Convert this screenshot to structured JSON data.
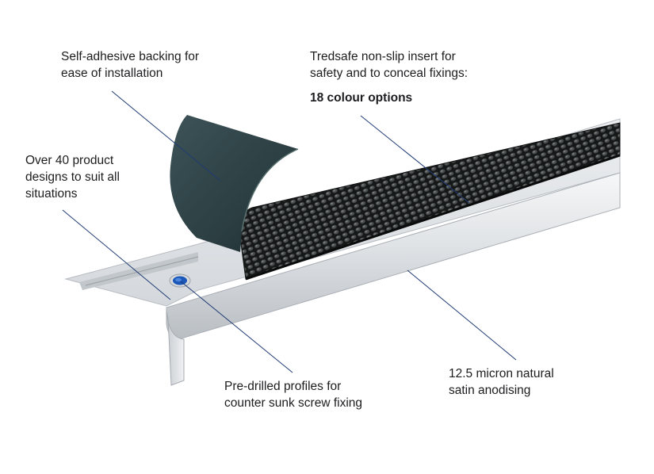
{
  "callouts": {
    "adhesive": {
      "line1": "Self-adhesive backing for",
      "line2": "ease of installation"
    },
    "tredsafe": {
      "line1": "Tredsafe non-slip insert for",
      "line2": "safety and to conceal fixings:",
      "bold": "18 colour options"
    },
    "designs": {
      "line1": "Over 40 product",
      "line2": "designs to suit all",
      "line3": "situations"
    },
    "predrilled": {
      "line1": "Pre-drilled profiles for",
      "line2": "counter sunk screw fixing"
    },
    "anodising": {
      "line1": "12.5 micron natural",
      "line2": "satin anodising"
    }
  },
  "colors": {
    "leader_line": "#1f3a73",
    "backing": "#2f4448",
    "insert": "#1c1e1e",
    "aluminium": "#e3e6e9",
    "screw_hole": "#1b57b8"
  }
}
